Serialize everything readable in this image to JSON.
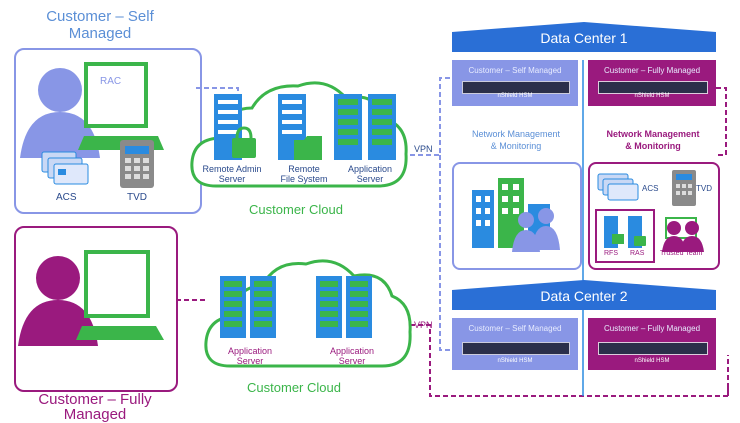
{
  "colors": {
    "blue": "#2a8be0",
    "light_blue": "#8896e6",
    "purple": "#9a1a7e",
    "green": "#3bb54a"
  },
  "customers": {
    "self_managed": {
      "title_line1": "Customer – Self",
      "title_line2": "Managed",
      "rac": "RAC",
      "acs": "ACS",
      "tvd": "TVD"
    },
    "fully_managed": {
      "title_line1": "Customer – Fully",
      "title_line2": "Managed"
    }
  },
  "clouds": {
    "top": {
      "label": "Customer Cloud",
      "servers": [
        {
          "line1": "Remote Admin",
          "line2": "Server"
        },
        {
          "line1": "Remote",
          "line2": "File System"
        },
        {
          "line1": "Application",
          "line2": "Server"
        }
      ]
    },
    "bottom": {
      "label": "Customer Cloud",
      "servers": [
        {
          "line1": "Application",
          "line2": "Server"
        },
        {
          "line1": "Application",
          "line2": "Server"
        }
      ]
    }
  },
  "vpn": {
    "top": "VPN",
    "bottom": "VPN"
  },
  "data_centers": {
    "dc1": {
      "title": "Data Center 1",
      "self_panel": {
        "title": "Customer – Self Managed",
        "hsm": "nShield HSM"
      },
      "fully_panel": {
        "title": "Customer – Fully Managed",
        "hsm": "nShield HSM"
      },
      "net_self": {
        "line1": "Network Management",
        "line2": "& Monitoring"
      },
      "net_fully": {
        "line1": "Network Management",
        "line2": "& Monitoring"
      },
      "fully_box": {
        "acs": "ACS",
        "tvd": "TVD",
        "rfs": "RFS",
        "ras": "RAS",
        "trusted": "Trusted Team"
      }
    },
    "dc2": {
      "title": "Data Center 2",
      "self_panel": {
        "title": "Customer – Self Managed",
        "hsm": "nShield HSM"
      },
      "fully_panel": {
        "title": "Customer – Fully Managed",
        "hsm": "nShield HSM"
      }
    }
  }
}
